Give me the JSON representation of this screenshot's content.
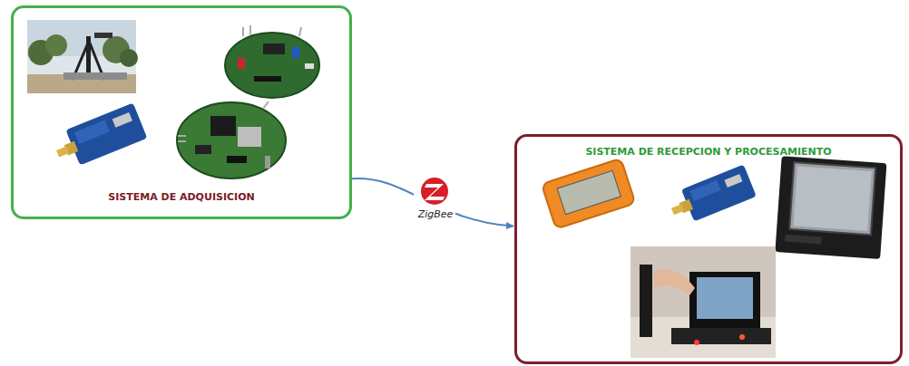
{
  "diagram": {
    "nodes": [
      {
        "text": [
          "SISTEMA DE ADQUISICION"
        ]
      },
      {
        "text": [
          "SISTEMA DE RECEPCION Y PROCESAMIENTO"
        ]
      }
    ],
    "edges": [
      {
        "from": 0,
        "to": 1,
        "arrow": "to",
        "label": "ZigBee"
      }
    ]
  }
}
